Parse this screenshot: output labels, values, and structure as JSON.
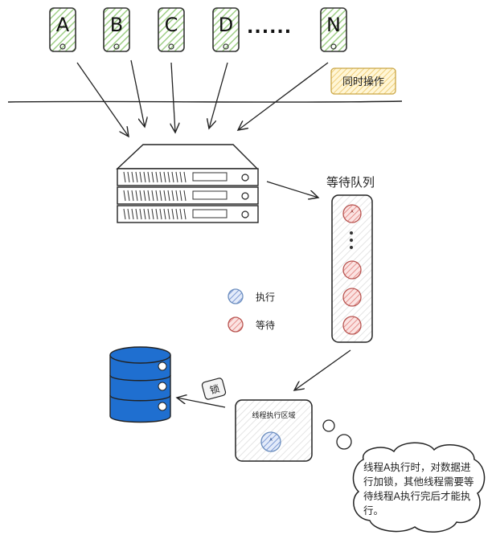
{
  "clients": [
    {
      "letter": "A"
    },
    {
      "letter": "B"
    },
    {
      "letter": "C"
    },
    {
      "letter": "D"
    },
    {
      "letter": "N"
    }
  ],
  "ellipsis": "......",
  "simultaneous_label": "同时操作",
  "queue": {
    "title": "等待队列",
    "items": [
      "A",
      "",
      "",
      "",
      ""
    ]
  },
  "legend": {
    "execute": "执行",
    "wait": "等待"
  },
  "lock_label": "锁",
  "exec_area": {
    "title": "线程执行区域",
    "item": "A"
  },
  "note": "线程A执行时，对数据进行加锁，其他线程需要等待线程A执行完后才能执行。",
  "colors": {
    "client_fill": "#b6d7a8",
    "client_stroke": "#333333",
    "note_fill": "#fff2cc",
    "note_stroke": "#d6b656",
    "wait_fill": "#f8cecc",
    "wait_stroke": "#b85450",
    "exec_fill": "#dae8fc",
    "exec_stroke": "#6c8ebf",
    "db_fill": "#1f6fd0"
  }
}
